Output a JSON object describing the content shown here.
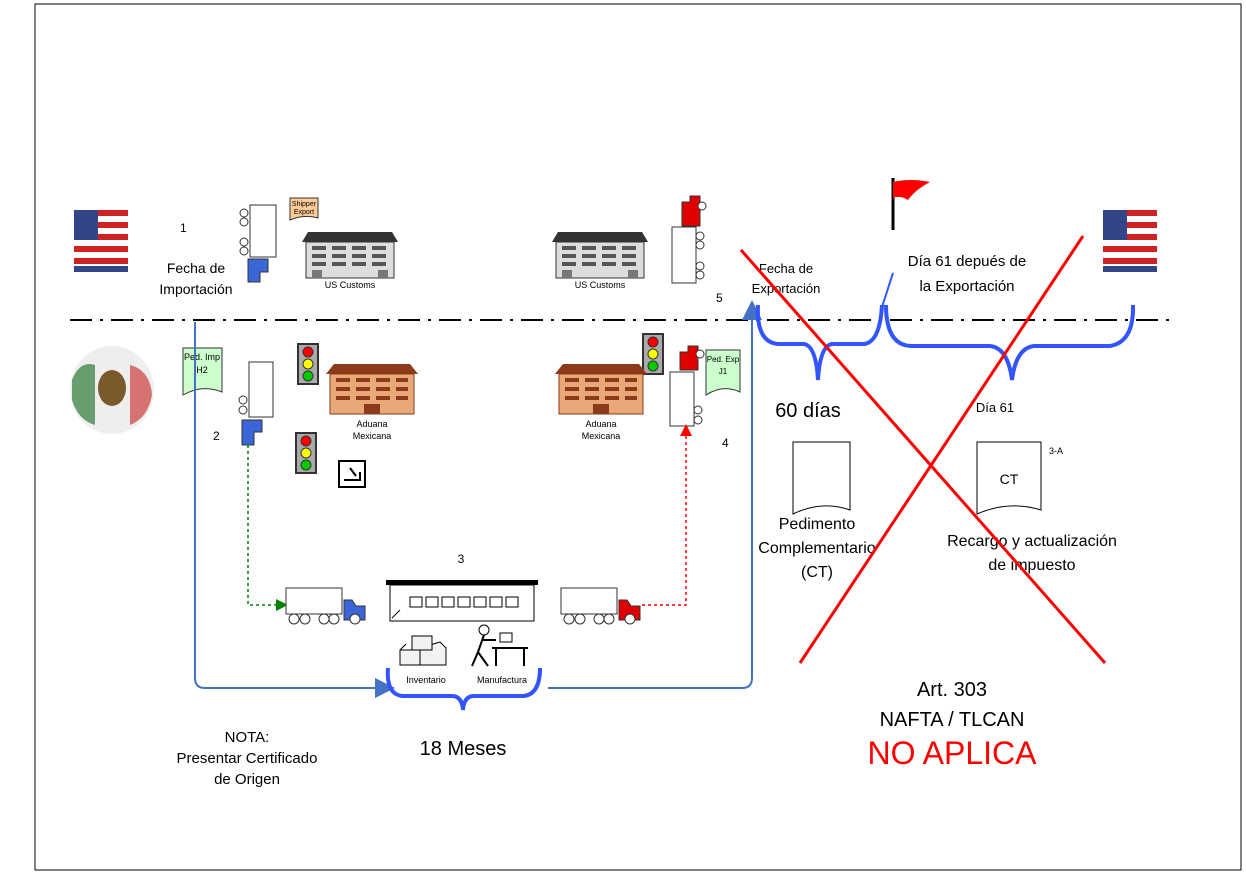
{
  "steps": {
    "s1": "1",
    "s2": "2",
    "s3": "3",
    "s4": "4",
    "s5": "5",
    "s3a": "3-A"
  },
  "import_date": [
    "Fecha de",
    "Importación"
  ],
  "export_date": [
    "Fecha de",
    "Exportación"
  ],
  "day61_after": [
    "Día 61 depués de",
    "la Exportación"
  ],
  "shipper_export": [
    "Shipper",
    "Export"
  ],
  "us_customs": "US Customs",
  "ped_imp": [
    "Ped. Imp",
    "H2"
  ],
  "ped_exp": [
    "Ped. Exp",
    "J1"
  ],
  "aduana": [
    "Aduana",
    "Mexicana"
  ],
  "days_60": "60 días",
  "day_61": "Día 61",
  "pedimento_complementario": [
    "Pedimento",
    "Complementario",
    "(CT)"
  ],
  "ct_doc": "CT",
  "surcharge": [
    "Recargo y actualización",
    "de impuesto"
  ],
  "inventario": "Inventario",
  "manufactura": "Manufactura",
  "months_18": "18 Meses",
  "nota": [
    "NOTA:",
    "Presentar Certificado",
    "de Origen"
  ],
  "article": [
    "Art. 303",
    "NAFTA / TLCAN"
  ],
  "no_aplica": "NO APLICA",
  "colors": {
    "blue": "#4472C4",
    "red": "#FF0000",
    "green": "#008000",
    "doc_green": "#CCFFCC",
    "building_brown": "#A0522D"
  }
}
